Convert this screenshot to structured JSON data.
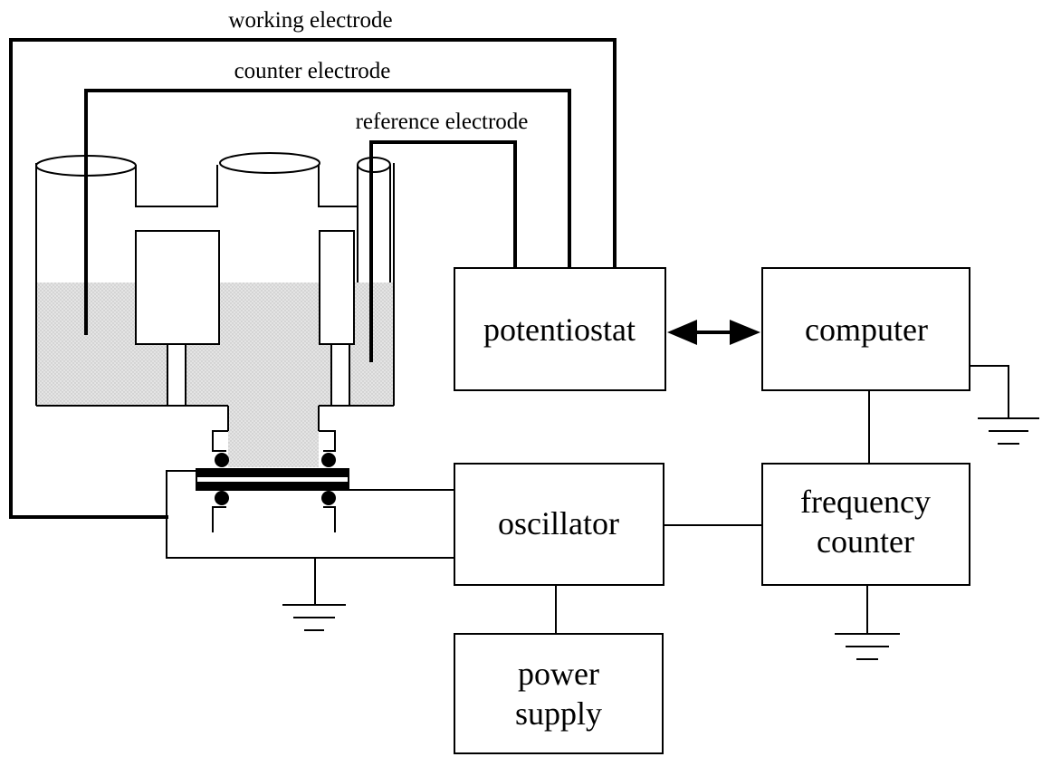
{
  "labels": {
    "working_electrode": "working electrode",
    "counter_electrode": "counter electrode",
    "reference_electrode": "reference electrode"
  },
  "boxes": {
    "potentiostat": "potentiostat",
    "computer": "computer",
    "oscillator": "oscillator",
    "frequency_counter": [
      "frequency",
      "counter"
    ],
    "power_supply": [
      "power",
      "supply"
    ]
  },
  "colors": {
    "line": "#000000",
    "electrolyte": "#d9d9d9",
    "background": "#ffffff"
  }
}
